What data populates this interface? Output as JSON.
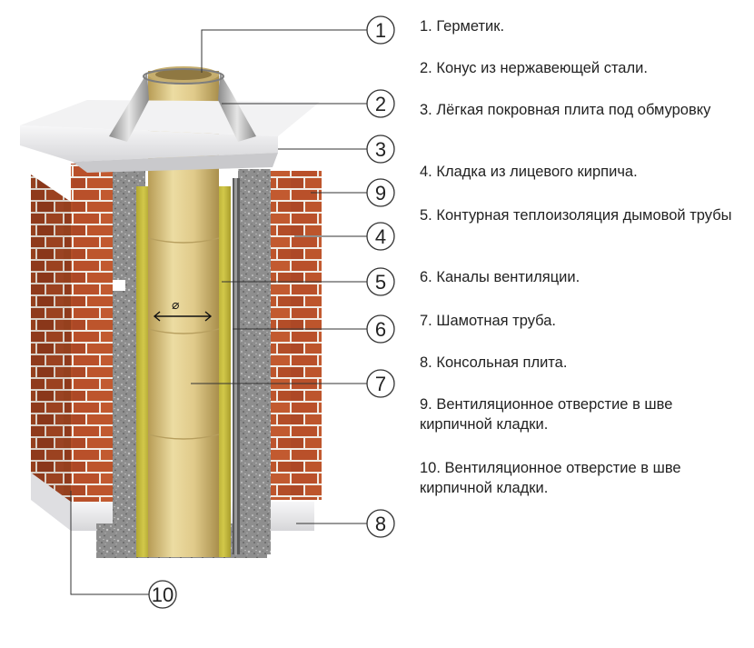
{
  "diagram": {
    "diameter_symbol": "⌀",
    "callouts": [
      "1",
      "2",
      "3",
      "9",
      "4",
      "5",
      "6",
      "7",
      "8",
      "10"
    ]
  },
  "legend": {
    "items": [
      "1. Герметик.",
      "2. Конус из нержавеющей стали.",
      "3. Лёгкая покровная плита под обмуровку",
      "4. Кладка из лицевого кирпича.",
      "5. Контурная теплоизоляция дымовой трубы",
      "6. Каналы вентиляции.",
      "7. Шамотная труба.",
      "8. Консольная плита.",
      "9. Вентиляционное отверстие в шве кирпичной кладки.",
      "10. Вентиляционное отверстие в шве кирпичной кладки."
    ]
  },
  "colors": {
    "brick": "#b9502a",
    "mortar": "#f1ebe4",
    "granite": "#8e8e8e",
    "insulation": "#c9c03a",
    "flue": "#dcc685",
    "slab": "#e8e8ea",
    "steel": "#b8b8b8"
  }
}
